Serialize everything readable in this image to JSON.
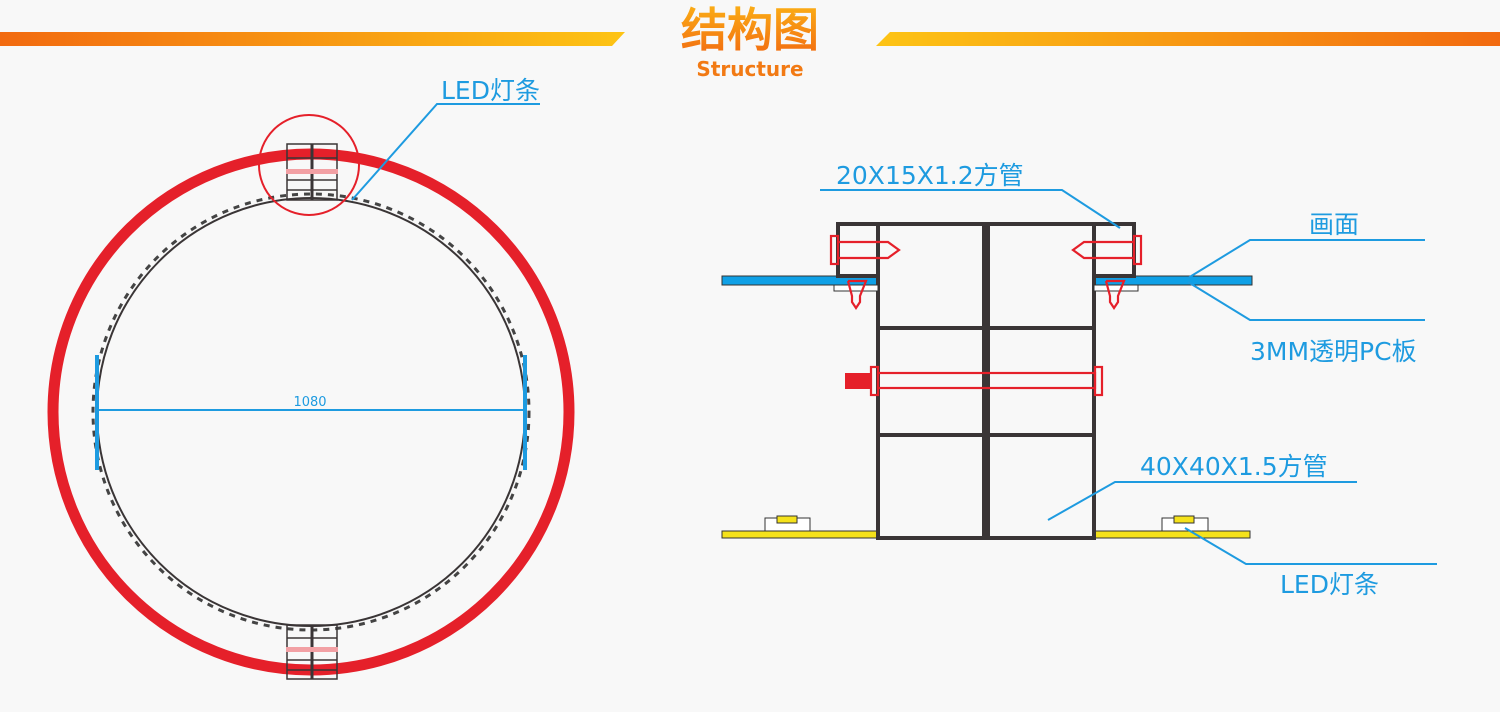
{
  "header": {
    "title": "结构图",
    "subtitle": "Structure"
  },
  "left_diagram": {
    "led_label": "LED灯条",
    "diameter_label": "1080"
  },
  "right_diagram": {
    "tube_small_label": "20X15X1.2方管",
    "screen_label": "画面",
    "pc_board_label": "3MM透明PC板",
    "tube_large_label": "40X40X1.5方管",
    "led_label": "LED灯条"
  },
  "colors": {
    "accent_orange": "#f26a10",
    "accent_yellow": "#fdb813",
    "red": "#e5202a",
    "blue": "#1e9be0",
    "pc_blue": "#0fa0e6",
    "led_yellow": "#f5e21b"
  }
}
